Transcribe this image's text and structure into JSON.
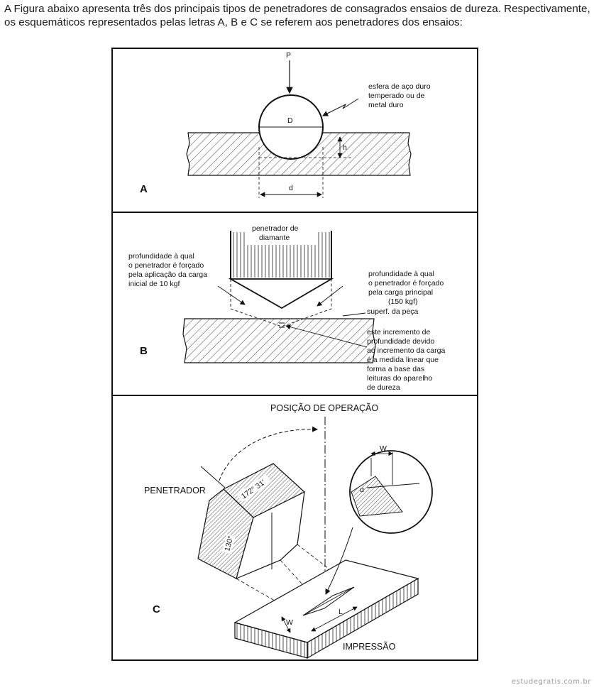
{
  "question": {
    "line1": "A Figura abaixo apresenta três dos principais tipos de penetradores de consagrados ensaios de dureza. Respectivamente,",
    "line2": "os esquemáticos representados pelas letras A, B e C se referem aos penetradores dos ensaios:"
  },
  "panel_a": {
    "letter": "A",
    "load": "P",
    "diameter": "D",
    "depth": "h",
    "impression": "d",
    "note1": "esfera de aço duro",
    "note2": "temperado ou de",
    "note3": "metal duro"
  },
  "panel_b": {
    "letter": "B",
    "indenter1": "penetrador de",
    "indenter2": "diamante",
    "left1": "profundidade à qual",
    "left2": "o penetrador é forçado",
    "left3": "pela aplicação da carga",
    "left4": "inicial de 10 kgf",
    "right1": "profundidade à qual",
    "right2": "o penetrador é forçado",
    "right3": "pela carga principal",
    "right4": "(150 kgf)",
    "surface": "superf. da peça",
    "inc1": "este incremento de",
    "inc2": "profundidade devido",
    "inc3": "ao incremento da carga",
    "inc4": "é a medida linear que",
    "inc5": "forma a base das",
    "inc6": "leituras do aparelho",
    "inc7": "de dureza"
  },
  "panel_c": {
    "letter": "C",
    "operation": "POSIÇÃO DE OPERAÇÃO",
    "indenter": "PENETRADOR",
    "angle1": "172° 31'",
    "angle2": "130°",
    "impression": "IMPRESSÃO",
    "w_top": "W",
    "alpha": "α",
    "w_bottom": "W",
    "l": "L"
  },
  "watermark": "estudegratis.com.br"
}
